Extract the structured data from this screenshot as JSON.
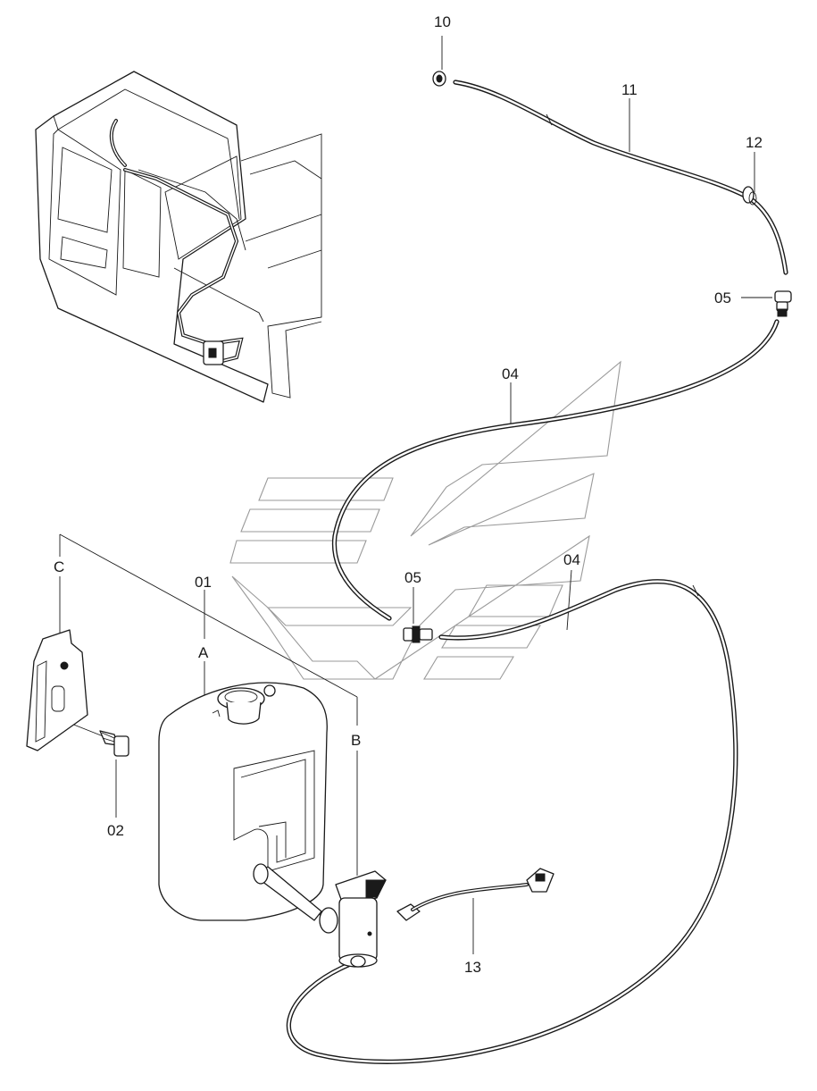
{
  "callouts": {
    "c10": "10",
    "c11": "11",
    "c12": "12",
    "c05_top": "05",
    "c04_upper": "04",
    "c05_mid": "05",
    "c04_lower": "04",
    "c01": "01",
    "cA": "A",
    "cB": "B",
    "cC": "C",
    "c02": "02",
    "c13": "13"
  },
  "icons": {
    "watermark": "brand-logo-watermark-icon",
    "cab": "excavator-cab-icon"
  }
}
